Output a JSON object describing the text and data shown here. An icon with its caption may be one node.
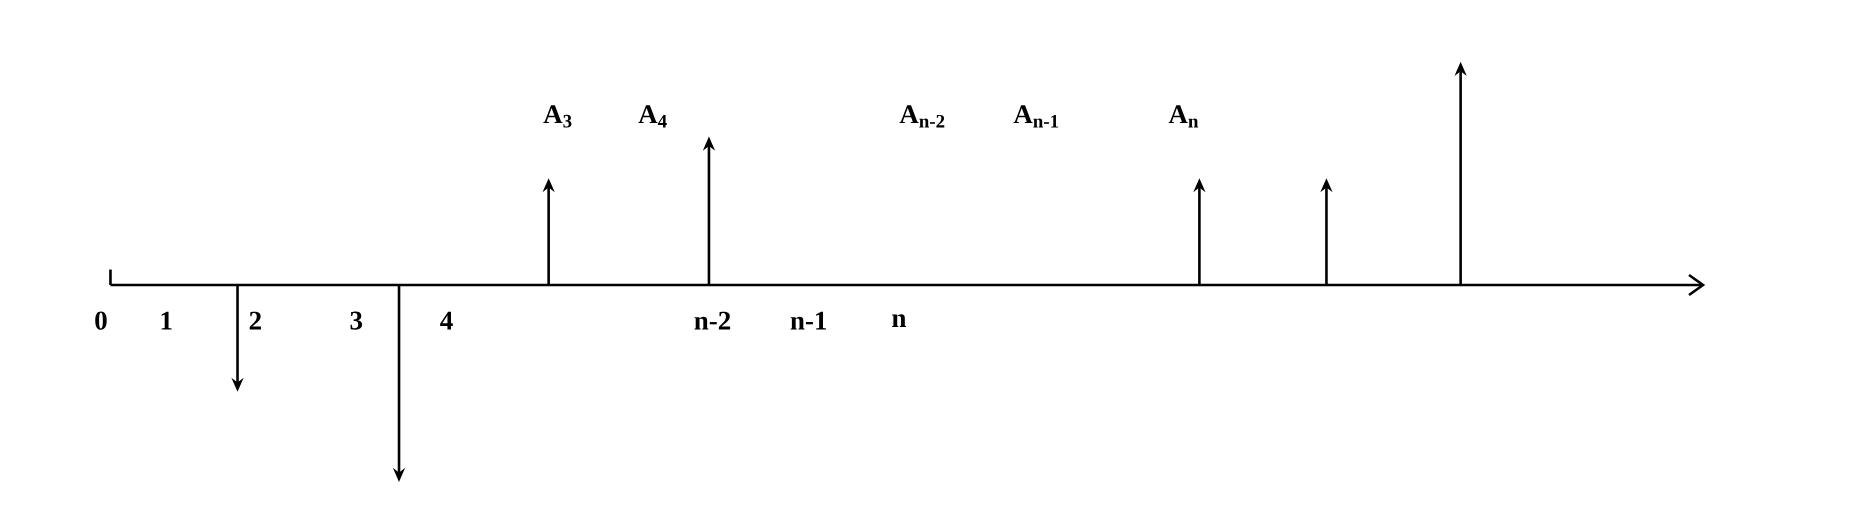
{
  "diagram": {
    "labels": [
      "A$_{3}$",
      "A$_{4}$",
      "A$_{n-2}$",
      "A$_{n-1}$",
      "A$_{n}$",
      "0",
      "1",
      "2",
      "3",
      "4",
      "n-2",
      "n-1",
      "n"
    ]
  }
}
